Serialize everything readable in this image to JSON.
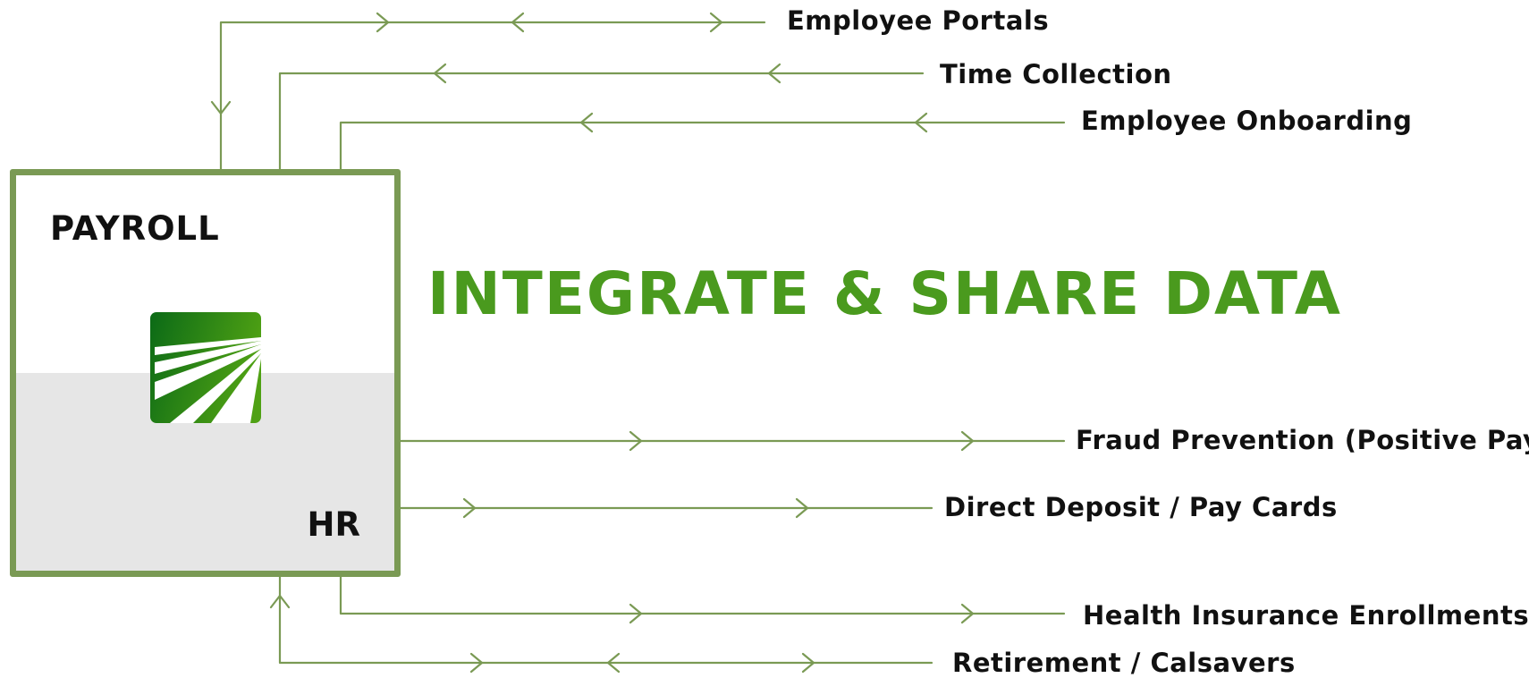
{
  "colors": {
    "line": "#7a9a54",
    "headline": "#4a9a1e",
    "logo_dark": "#0b6a16",
    "logo_light": "#4fa114"
  },
  "box": {
    "top_label": "PAYROLL",
    "bottom_label": "HR",
    "logo_icon": "sunrise-stripes-logo"
  },
  "headline": "INTEGRATE & SHARE DATA",
  "inputs": [
    {
      "label": "Employee Portals"
    },
    {
      "label": "Time Collection"
    },
    {
      "label": "Employee Onboarding"
    }
  ],
  "outputs": [
    {
      "label": "Fraud Prevention (Positive Pay)"
    },
    {
      "label": "Direct Deposit / Pay Cards"
    },
    {
      "label": "Health Insurance Enrollments"
    },
    {
      "label": "Retirement / Calsavers"
    }
  ]
}
